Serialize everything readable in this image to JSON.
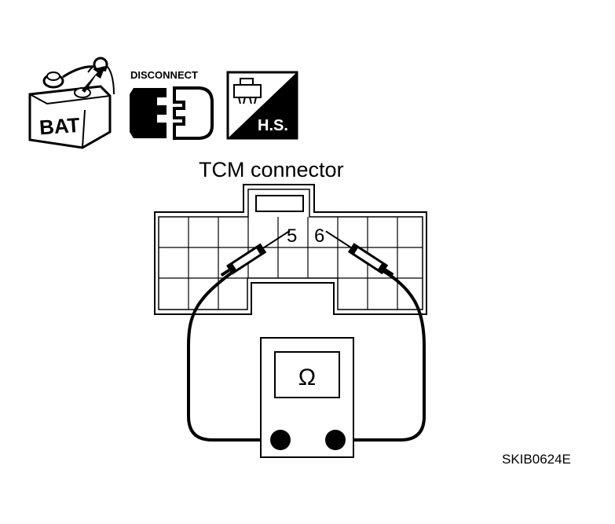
{
  "icons": {
    "battery": {
      "label": "BAT"
    },
    "disconnect": {
      "label": "DISCONNECT"
    },
    "harness": {
      "label": "H.S."
    }
  },
  "connector": {
    "title": "TCM connector",
    "pins": [
      "5",
      "6"
    ]
  },
  "meter": {
    "symbol": "Ω"
  },
  "figure_code": "SKIB0624E"
}
